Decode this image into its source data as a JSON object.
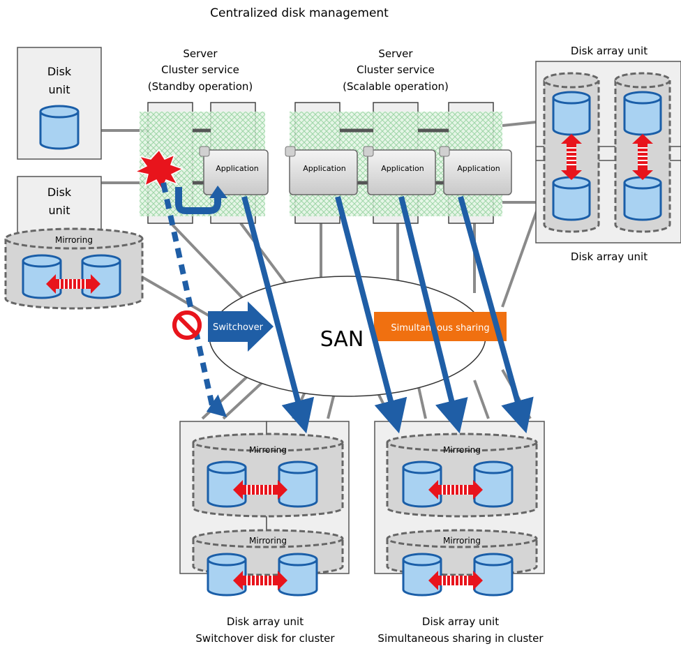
{
  "title": "Centralized disk management",
  "disk_unit_label": "Disk unit",
  "disk_unit_lines": [
    "Disk",
    "unit"
  ],
  "server_standby": [
    "Server",
    "Cluster service",
    "(Standby operation)"
  ],
  "server_scalable": [
    "Server",
    "Cluster service",
    "(Scalable operation)"
  ],
  "disk_array_unit": "Disk array unit",
  "application_label": "Application",
  "mirroring_label": "Mirroring",
  "switchover_label": "Switchover",
  "san_label": "SAN",
  "simultaneous_sharing_label": "Simultaneous sharing",
  "bottom_left_caption": [
    "Disk array unit",
    "Switchover disk for cluster"
  ],
  "bottom_right_caption": [
    "Disk array unit",
    "Simultaneous sharing in cluster"
  ],
  "colors": {
    "disk_fill": "#a9d2f2",
    "disk_stroke": "#1a5ea8",
    "arrow_blue": "#1f5ea6",
    "mirror_red": "#e8141c",
    "sharing_orange": "#f07010",
    "hatch_green": "#9fd9a4",
    "panel": "#efefef"
  }
}
